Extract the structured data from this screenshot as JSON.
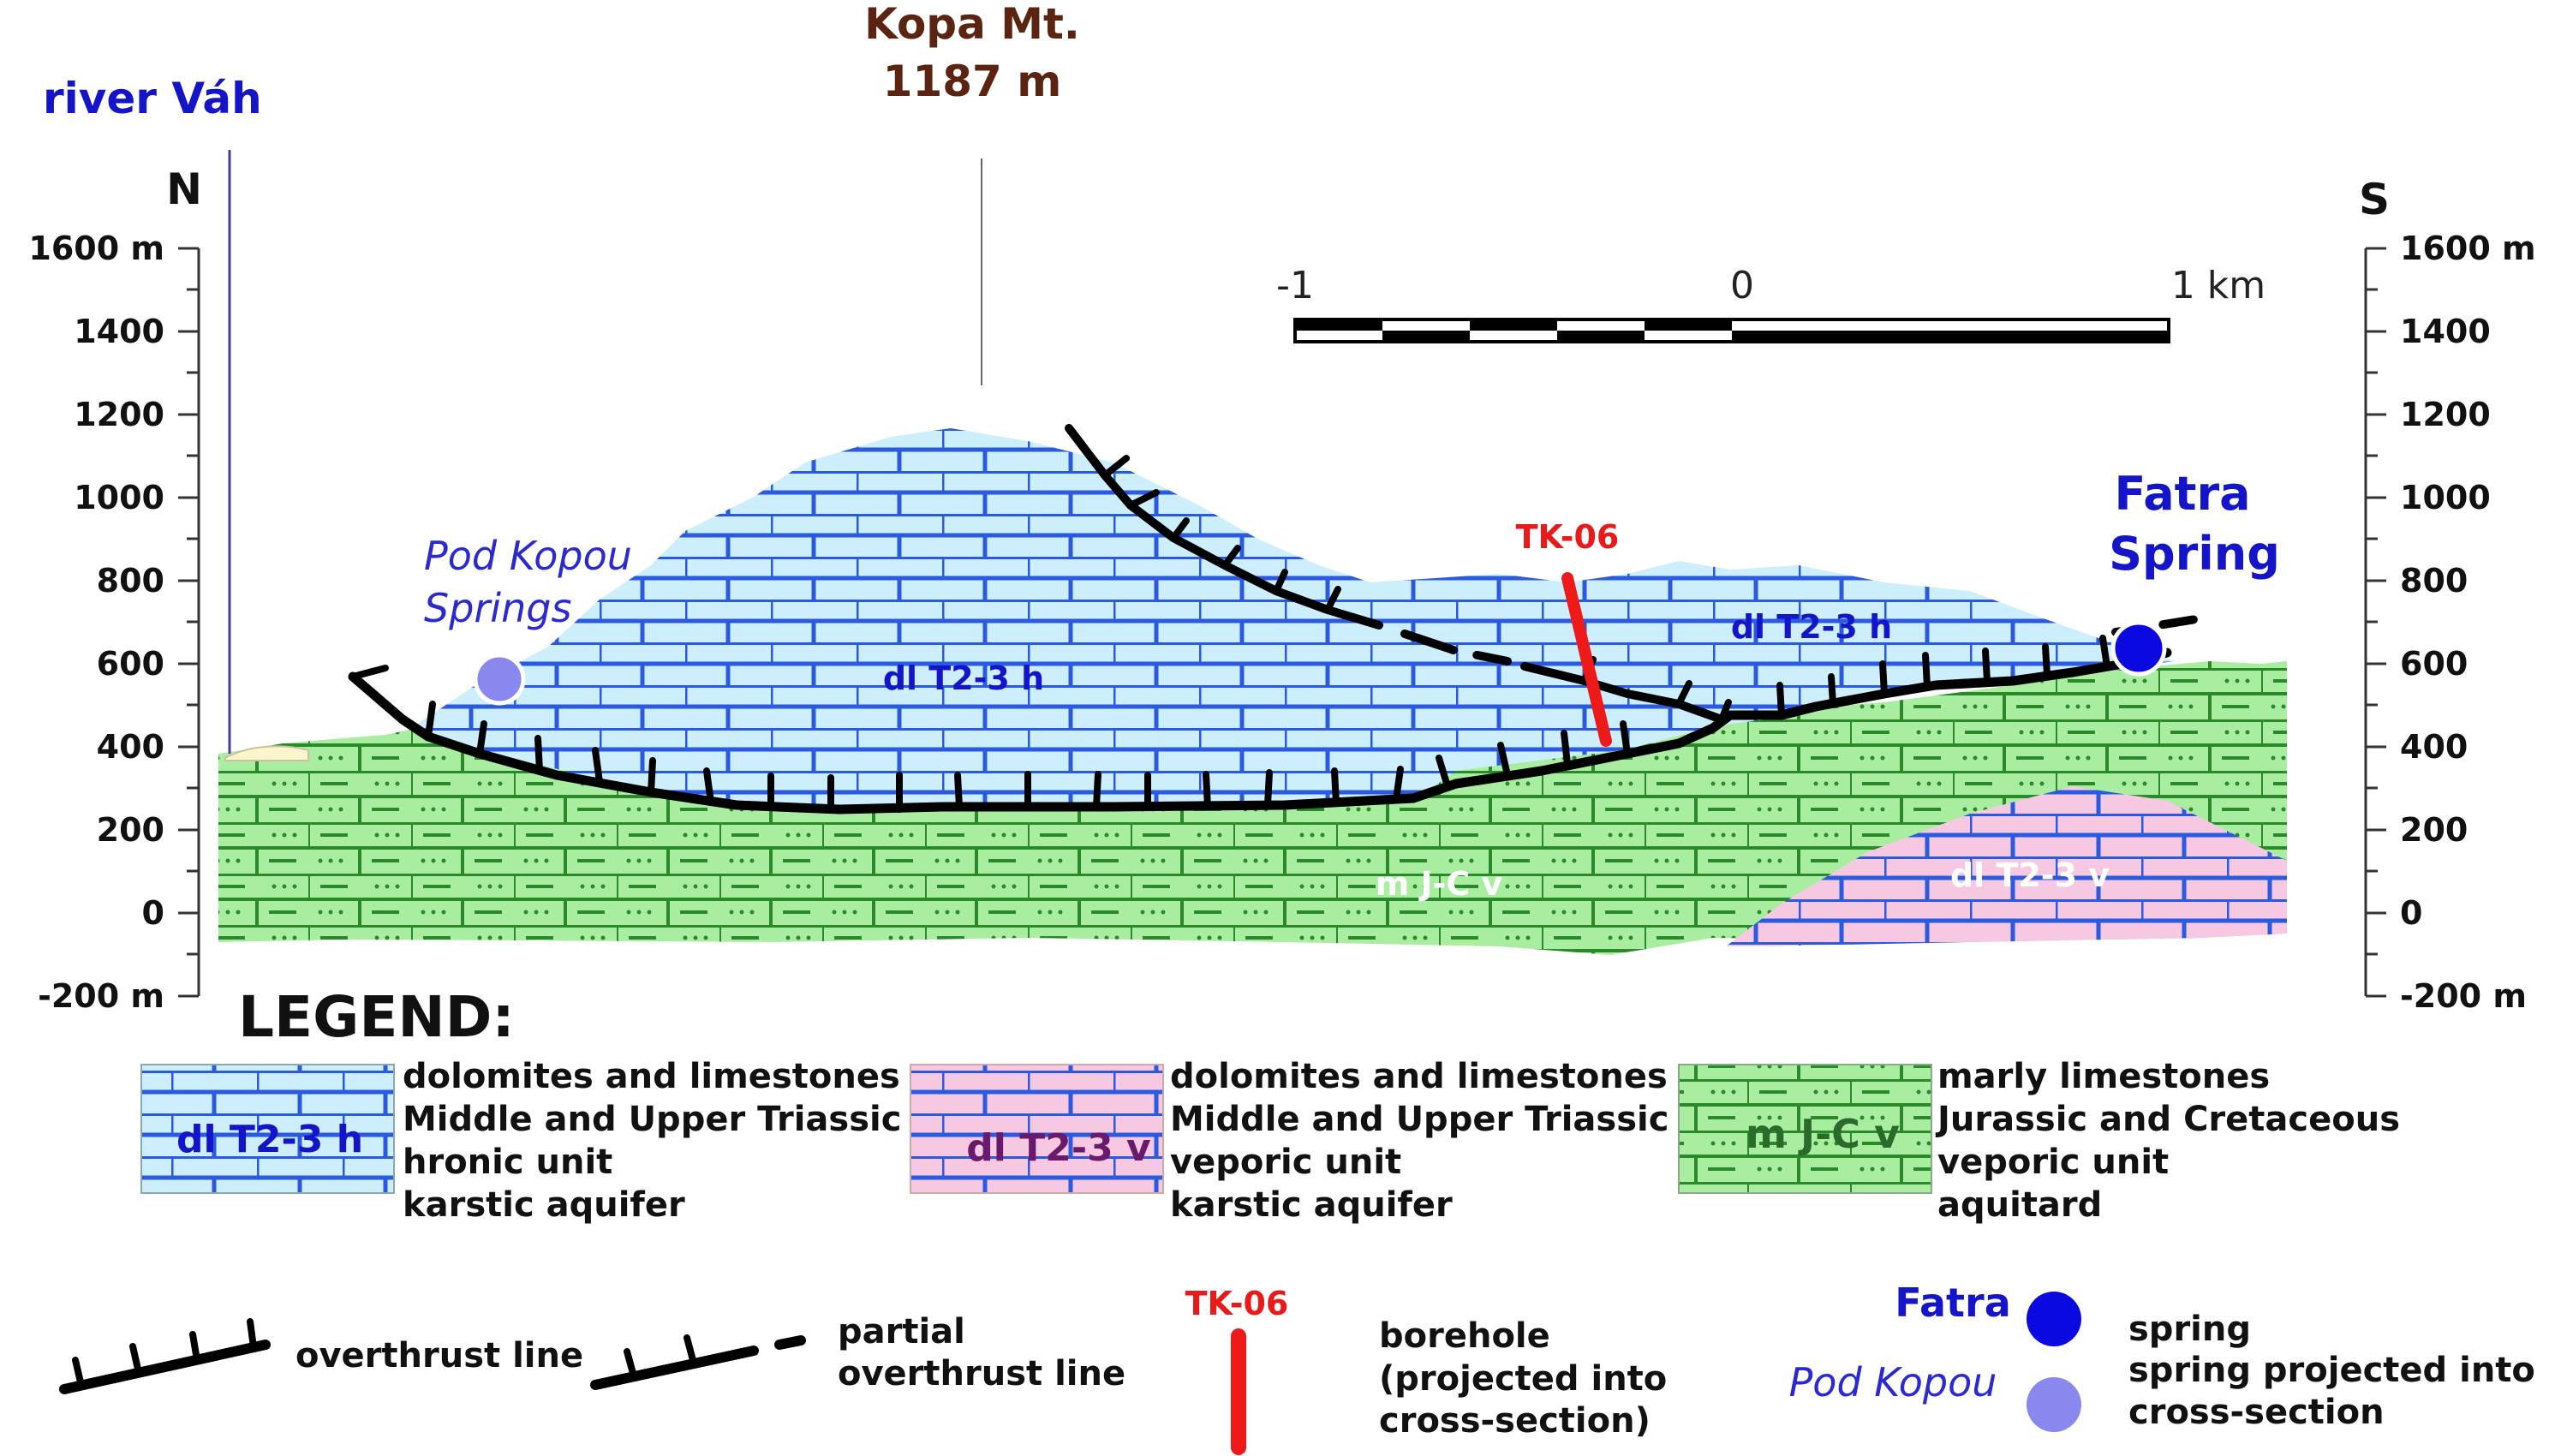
{
  "title": {
    "peak_name": "Kopa Mt.",
    "peak_elev": "1187 m"
  },
  "river_label": "river Váh",
  "direction": {
    "north": "N",
    "south": "S"
  },
  "axis": {
    "left_ticks": [
      "1600 m",
      "1400",
      "1200",
      "1000",
      "800",
      "600",
      "400",
      "200",
      "0",
      "-200 m"
    ],
    "right_ticks": [
      "1600 m",
      "1400",
      "1200",
      "1000",
      "800",
      "600",
      "400",
      "200",
      "0",
      "-200 m"
    ]
  },
  "scale_bar": {
    "labels": [
      "-1",
      "0",
      "1 km"
    ]
  },
  "springs": {
    "pod_kopou": {
      "line1": "Pod Kopou",
      "line2": "Springs",
      "color": "#8888ee"
    },
    "fatra": {
      "line1": "Fatra",
      "line2": "Spring",
      "color": "#0a0ae0"
    }
  },
  "borehole": {
    "label": "TK-06",
    "color": "#ee1a1a"
  },
  "unit_labels": {
    "hronic": "dl T2-3 h",
    "hronic_right": "dl T2-3 h",
    "veporic": "dl T2-3 v",
    "marly": "m J-C v"
  },
  "colors": {
    "hronic_fill": "#cdeefc",
    "veporic_fill": "#f7c8e2",
    "marly_fill": "#a9eea0",
    "brick_blue": "#2a5ae0",
    "brick_green": "#2a8a2a"
  },
  "legend": {
    "title": "LEGEND:",
    "hronic": {
      "swatch_label": "dl T2-3 h",
      "lines": [
        "dolomites and limestones",
        "Middle and Upper Triassic",
        "hronic unit",
        "karstic aquifer"
      ]
    },
    "veporic": {
      "swatch_label": "dl T2-3 v",
      "lines": [
        "dolomites and limestones",
        "Middle and Upper Triassic",
        "veporic unit",
        "karstic aquifer"
      ]
    },
    "marly": {
      "swatch_label": "m J-C v",
      "lines": [
        "marly limestones",
        "Jurassic and Cretaceous",
        "veporic unit",
        "aquitard"
      ]
    },
    "overthrust": "overthrust line",
    "partial_overthrust": {
      "line1": "partial",
      "line2": "overthrust line"
    },
    "borehole": {
      "label": "TK-06",
      "lines": [
        "borehole",
        "(projected into",
        "cross-section)"
      ]
    },
    "springs": {
      "fatra": "Fatra",
      "pod_kopou": "Pod Kopou",
      "lines": [
        "spring",
        "spring projected into",
        "cross-section"
      ]
    }
  }
}
